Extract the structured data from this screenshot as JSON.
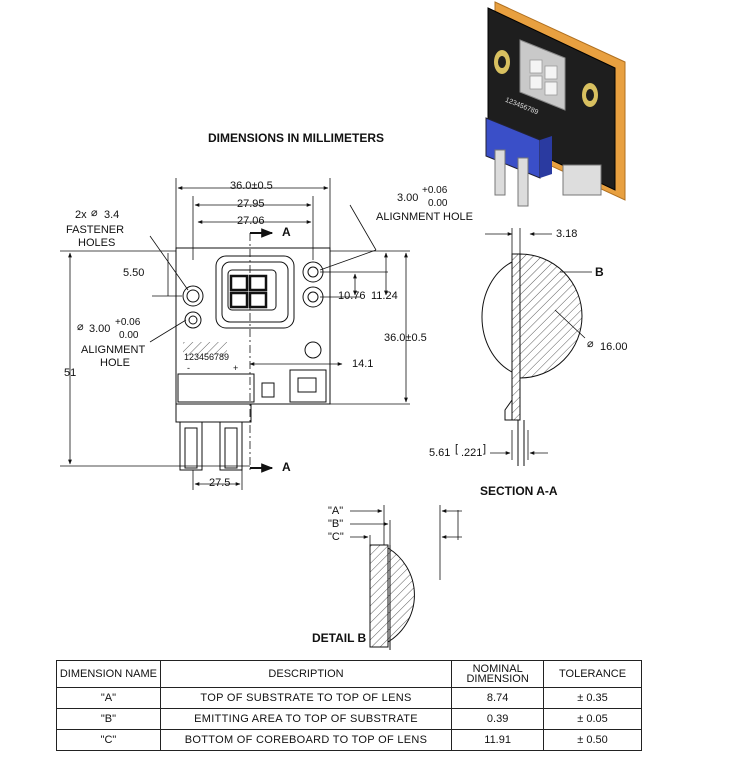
{
  "title": "DIMENSIONS IN MILLIMETERS",
  "front_view": {
    "width_overall": "36.0±0.5",
    "width_27_95": "27.95",
    "width_27_06": "27.06",
    "section_marker": "A",
    "fastener_holes": [
      "2x",
      "3.4",
      "FASTENER",
      "HOLES"
    ],
    "dim_5_50": "5.50",
    "align_left": [
      "3.00",
      "+0.06",
      "0.00",
      "ALIGNMENT",
      "HOLE"
    ],
    "align_right": [
      "3.00",
      "+0.06",
      "0.00",
      "ALIGNMENT HOLE"
    ],
    "dim_10_76": "10.76",
    "dim_11_24": "11.24",
    "height_36": "36.0±0.5",
    "height_51": "51",
    "dim_14_1": "14.1",
    "dim_27_5": "27.5",
    "serial": "123456789",
    "polarity_minus": "-",
    "polarity_plus": "+"
  },
  "section_view": {
    "dim_3_18": "3.18",
    "label_b": "B",
    "dia_16": "16.00",
    "dim_5_61": "5.61",
    "dim_221": ".221",
    "caption": "SECTION A-A"
  },
  "detail_view": {
    "labels": [
      "\"A\"",
      "\"B\"",
      "\"C\""
    ],
    "caption": "DETAIL B"
  },
  "product": {
    "serial": "123456789"
  },
  "table": {
    "headers": [
      "DIMENSION NAME",
      "DESCRIPTION",
      "NOMINAL DIMENSION",
      "TOLERANCE"
    ],
    "rows": [
      {
        "name": "\"A\"",
        "description": "TOP OF SUBSTRATE TO TOP OF LENS",
        "nominal": "8.74",
        "tolerance": "± 0.35"
      },
      {
        "name": "\"B\"",
        "description": "EMITTING AREA TO TOP OF SUBSTRATE",
        "nominal": "0.39",
        "tolerance": "± 0.05"
      },
      {
        "name": "\"C\"",
        "description": "BOTTOM OF COREBOARD TO TOP OF LENS",
        "nominal": "11.91",
        "tolerance": "± 0.50"
      }
    ]
  },
  "colors": {
    "pcb": "#1e1e1e",
    "backplate": "#e8a040",
    "connector": "#3a4fc8",
    "ink": "#111111"
  }
}
